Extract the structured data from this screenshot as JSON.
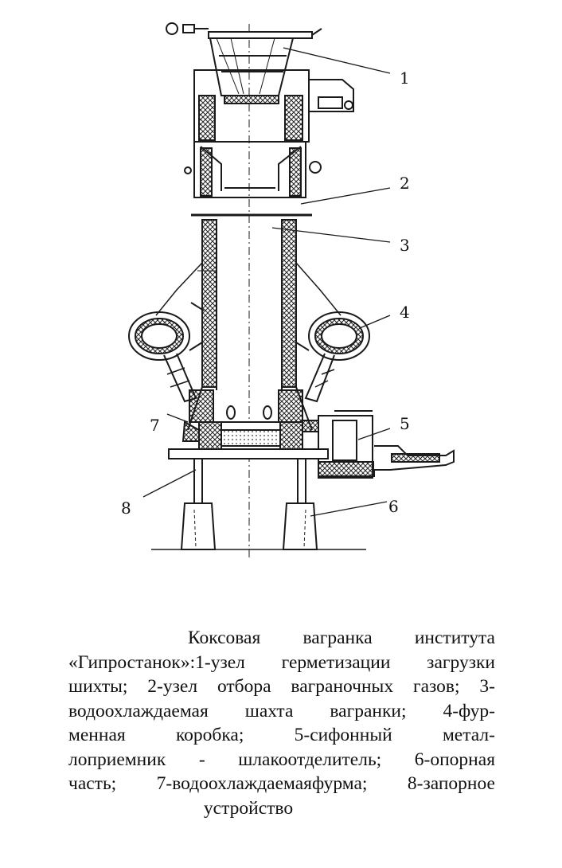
{
  "figure": {
    "callouts": [
      {
        "id": "1",
        "label": "1"
      },
      {
        "id": "2",
        "label": "2"
      },
      {
        "id": "3",
        "label": "3"
      },
      {
        "id": "4",
        "label": "4"
      },
      {
        "id": "5",
        "label": "5"
      },
      {
        "id": "6",
        "label": "6"
      },
      {
        "id": "7",
        "label": "7"
      },
      {
        "id": "8",
        "label": "8"
      }
    ]
  },
  "caption": {
    "lines": [
      [
        "Коксовая",
        "вагранка",
        "института"
      ],
      [
        "«Гипростанок»:1-узел",
        "герметизации",
        "загрузки"
      ],
      [
        "шихты;",
        "2-узел",
        "отбора",
        "ваграночных",
        "газов;",
        "3-"
      ],
      [
        "водоохлаждаемая",
        "шахта",
        "вагранки;",
        "4-фур-"
      ],
      [
        "менная",
        "коробка;",
        "5-сифонный",
        "метал-"
      ],
      [
        "лоприемник",
        "-",
        "шлакоотделитель;",
        "6-опорная"
      ],
      [
        "часть;",
        "7-водоохлаждаемаяфурма;",
        "8-запорное"
      ],
      [
        "устройство"
      ]
    ]
  }
}
